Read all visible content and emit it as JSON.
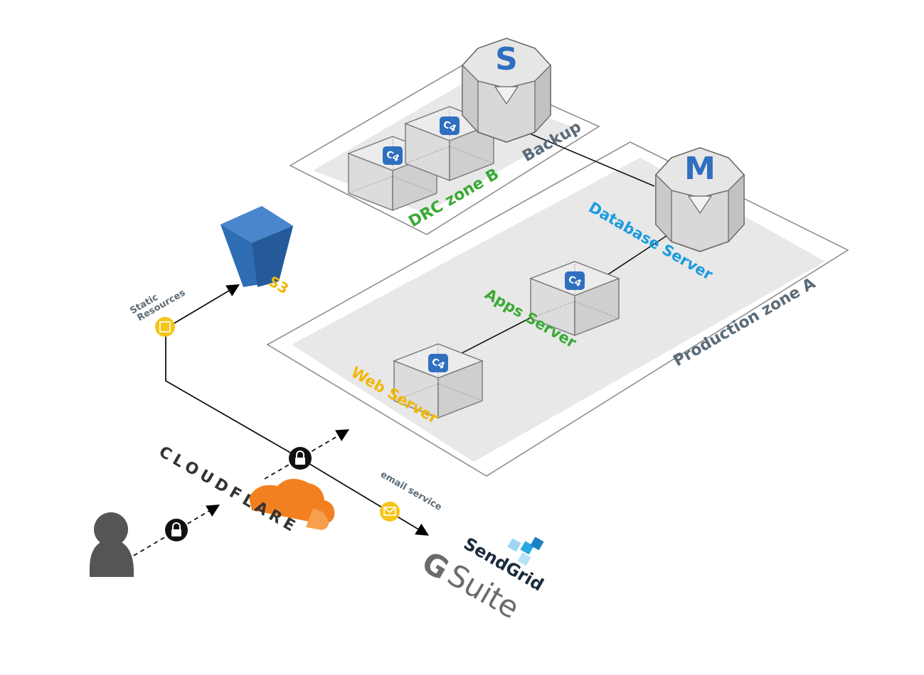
{
  "zones": {
    "drc": "DRC zone B",
    "backup": "Backup",
    "production": "Production zone A"
  },
  "servers": {
    "web": "Web Server",
    "apps": "Apps Server",
    "database": "Database Server"
  },
  "instance_label": "C4",
  "db_master_letter": "M",
  "db_slave_letter": "S",
  "s3": {
    "label": "S3",
    "caption_line1": "Static",
    "caption_line2": "Resources"
  },
  "email": {
    "caption": "email service"
  },
  "brands": {
    "cloudflare": "CLOUDFLARE",
    "sendgrid": "SendGrid",
    "gsuite_g": "G",
    "gsuite_suite": "Suite"
  },
  "colors": {
    "web": "#f2b705",
    "apps": "#3aaa35",
    "database": "#1b9be0",
    "drc": "#3aaa35",
    "zone_label": "#5a6b78",
    "s3_label": "#f2b705",
    "badge_yellow": "#f5c518",
    "cloudflare_orange": "#f38020",
    "s3_blue": "#2f6db5",
    "chip_blue": "#2f6fc0"
  }
}
